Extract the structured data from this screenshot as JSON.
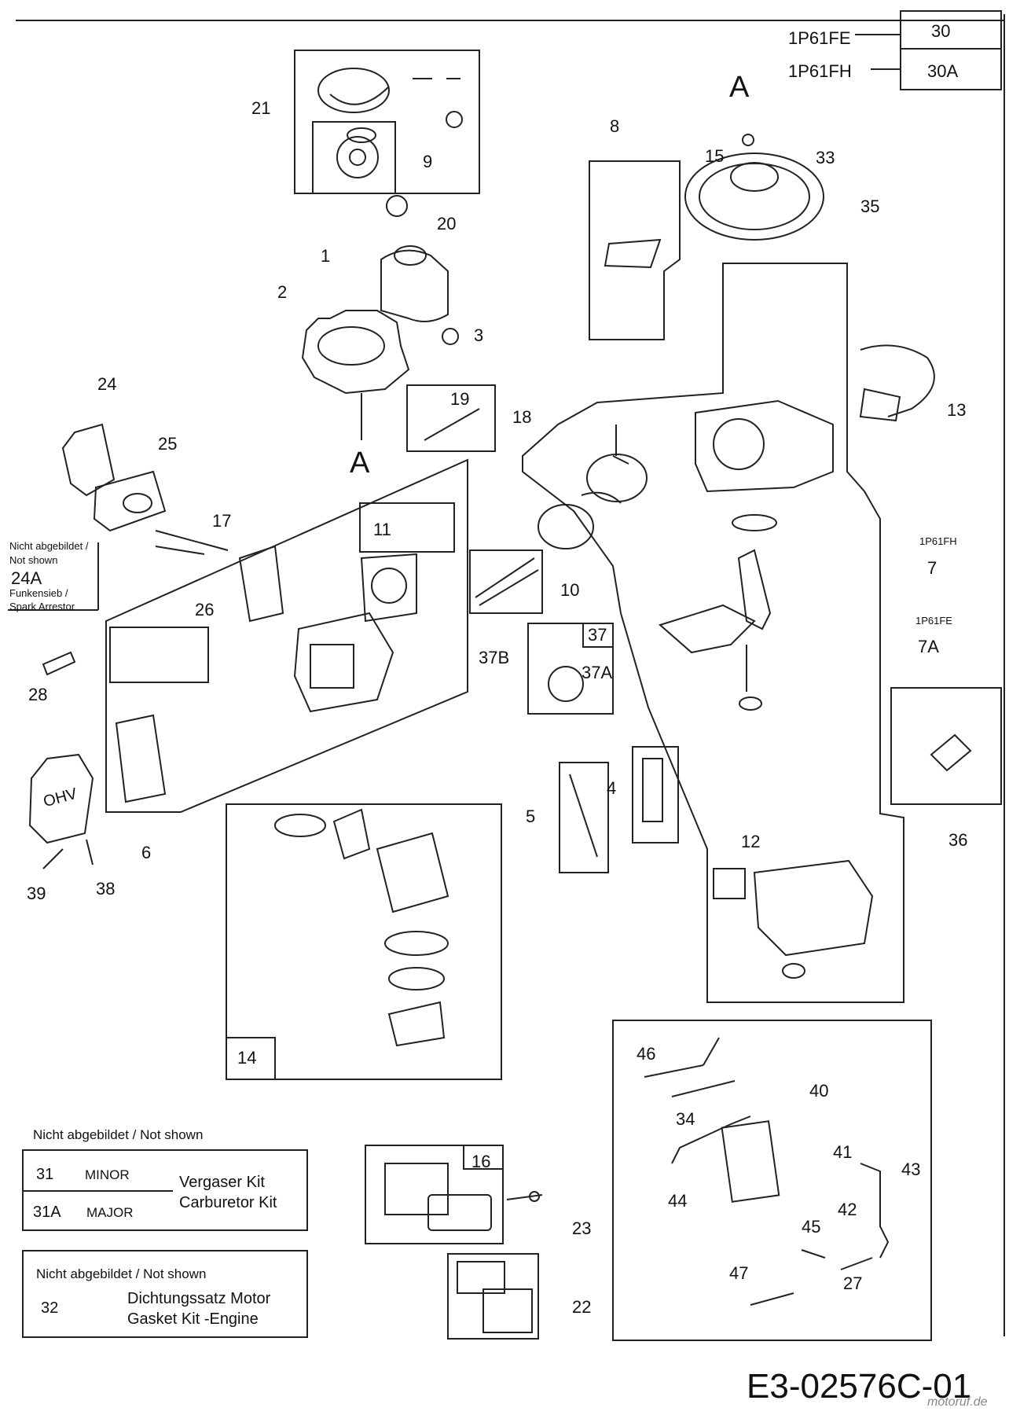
{
  "model_table": {
    "rows": [
      {
        "model": "1P61FE",
        "part": "30"
      },
      {
        "model": "1P61FH",
        "part": "30A"
      }
    ]
  },
  "ref_marks": {
    "a_top": "A",
    "a_mid": "A"
  },
  "callouts": {
    "c1": "1",
    "c2": "2",
    "c3": "3",
    "c4": "4",
    "c5": "5",
    "c6": "6",
    "c7": "7",
    "c7a": "7A",
    "c8": "8",
    "c9": "9",
    "c10": "10",
    "c11": "11",
    "c12": "12",
    "c13": "13",
    "c14": "14",
    "c15": "15",
    "c16": "16",
    "c17": "17",
    "c18": "18",
    "c19": "19",
    "c20": "20",
    "c21": "21",
    "c22": "22",
    "c23": "23",
    "c24": "24",
    "c25": "25",
    "c26": "26",
    "c27": "27",
    "c28": "28",
    "c33": "33",
    "c34": "34",
    "c35": "35",
    "c36": "36",
    "c37": "37",
    "c37a": "37A",
    "c37b": "37B",
    "c38": "38",
    "c39": "39",
    "c40": "40",
    "c41": "41",
    "c42": "42",
    "c43": "43",
    "c44": "44",
    "c45": "45",
    "c46": "46",
    "c47": "47"
  },
  "model_tags": {
    "fh": "1P61FH",
    "fe": "1P61FE"
  },
  "not_shown_24a": {
    "line1": "Nicht abgebildet /",
    "line2": "Not shown",
    "part": "24A",
    "line3": "Funkensieb /",
    "line4": "Spark Arrestor"
  },
  "carb_legend": {
    "header": "Nicht abgebildet / Not shown",
    "rows": [
      {
        "part": "31",
        "type": "MINOR"
      },
      {
        "part": "31A",
        "type": "MAJOR"
      }
    ],
    "desc_de": "Vergaser Kit",
    "desc_en": "Carburetor Kit"
  },
  "gasket_legend": {
    "header": "Nicht abgebildet / Not shown",
    "part": "32",
    "desc_de": "Dichtungssatz Motor",
    "desc_en": "Gasket Kit -Engine"
  },
  "valve_cover_text": "OHV",
  "diagram_code": "E3-02576C-01",
  "watermark": "motoruf.de"
}
